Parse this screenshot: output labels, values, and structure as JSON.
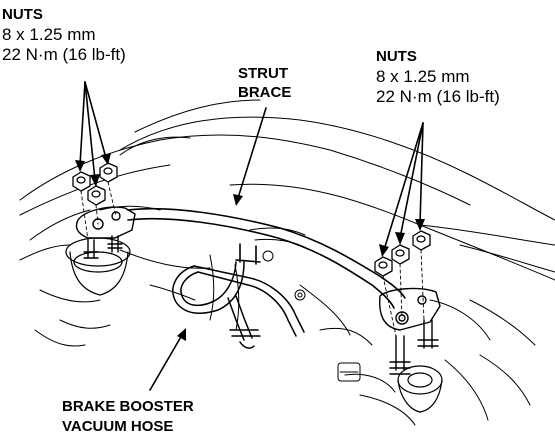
{
  "labels": {
    "nuts_left": {
      "title": "NUTS",
      "size": "8 x 1.25 mm",
      "torque": "22 N·m (16 lb-ft)"
    },
    "strut_brace": {
      "line1": "STRUT",
      "line2": "BRACE"
    },
    "nuts_right": {
      "title": "NUTS",
      "size": "8 x 1.25 mm",
      "torque": "22 N·m (16 lb-ft)"
    },
    "brake_hose": {
      "line1": "BRAKE BOOSTER",
      "line2": "VACUUM HOSE"
    }
  },
  "colors": {
    "ink": "#000000",
    "paper": "#ffffff"
  }
}
